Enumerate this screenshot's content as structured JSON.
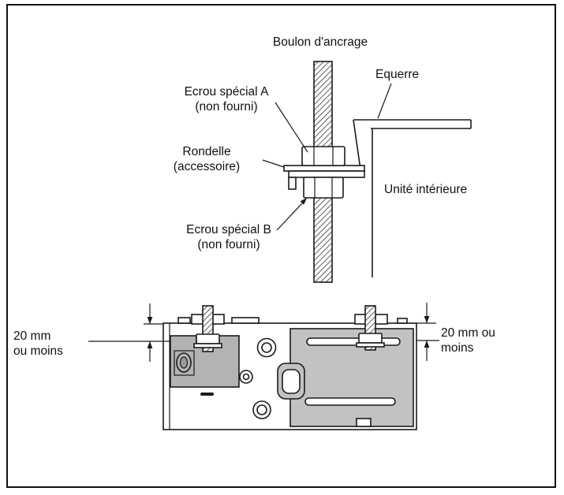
{
  "diagram": {
    "labels": {
      "anchor_bolt": "Boulon d'ancrage",
      "bracket": "Equerre",
      "special_nut_a_line1": "Ecrou spécial A",
      "special_nut_a_line2": "(non fourni)",
      "washer_line1": "Rondelle",
      "washer_line2": "(accessoire)",
      "indoor_unit": "Unité intérieure",
      "special_nut_b_line1": "Ecrou spécial B",
      "special_nut_b_line2": "(non fourni)"
    },
    "dimensions": {
      "left_line1": "20 mm",
      "left_line2": "ou moins",
      "right_line1": "20 mm ou",
      "right_line2": "moins"
    },
    "colors": {
      "line": "#1a1a1a",
      "panel_gray": "#c2c2c2",
      "panel_dark_gray": "#b3b3b3",
      "background": "#ffffff"
    }
  }
}
